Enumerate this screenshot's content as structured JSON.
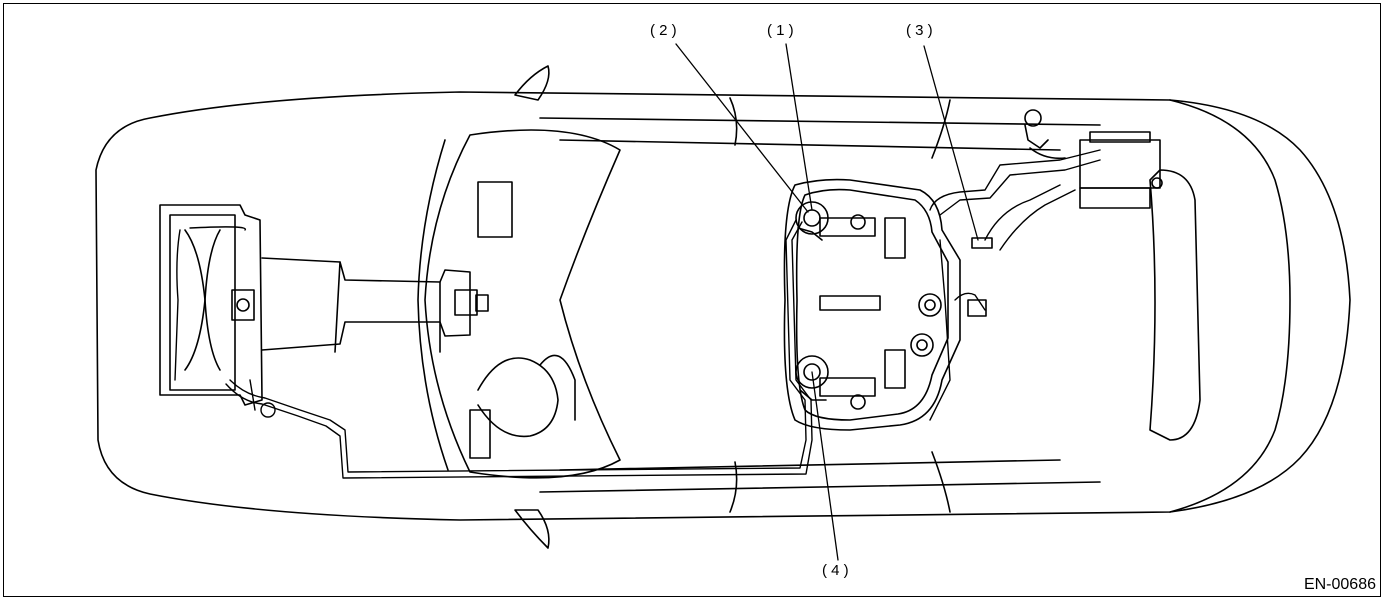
{
  "diagram": {
    "callouts": [
      {
        "id": "c1",
        "label": "( 1 )"
      },
      {
        "id": "c2",
        "label": "( 2 )"
      },
      {
        "id": "c3",
        "label": "( 3 )"
      },
      {
        "id": "c4",
        "label": "( 4 )"
      }
    ],
    "figure_id": "EN-00686"
  }
}
